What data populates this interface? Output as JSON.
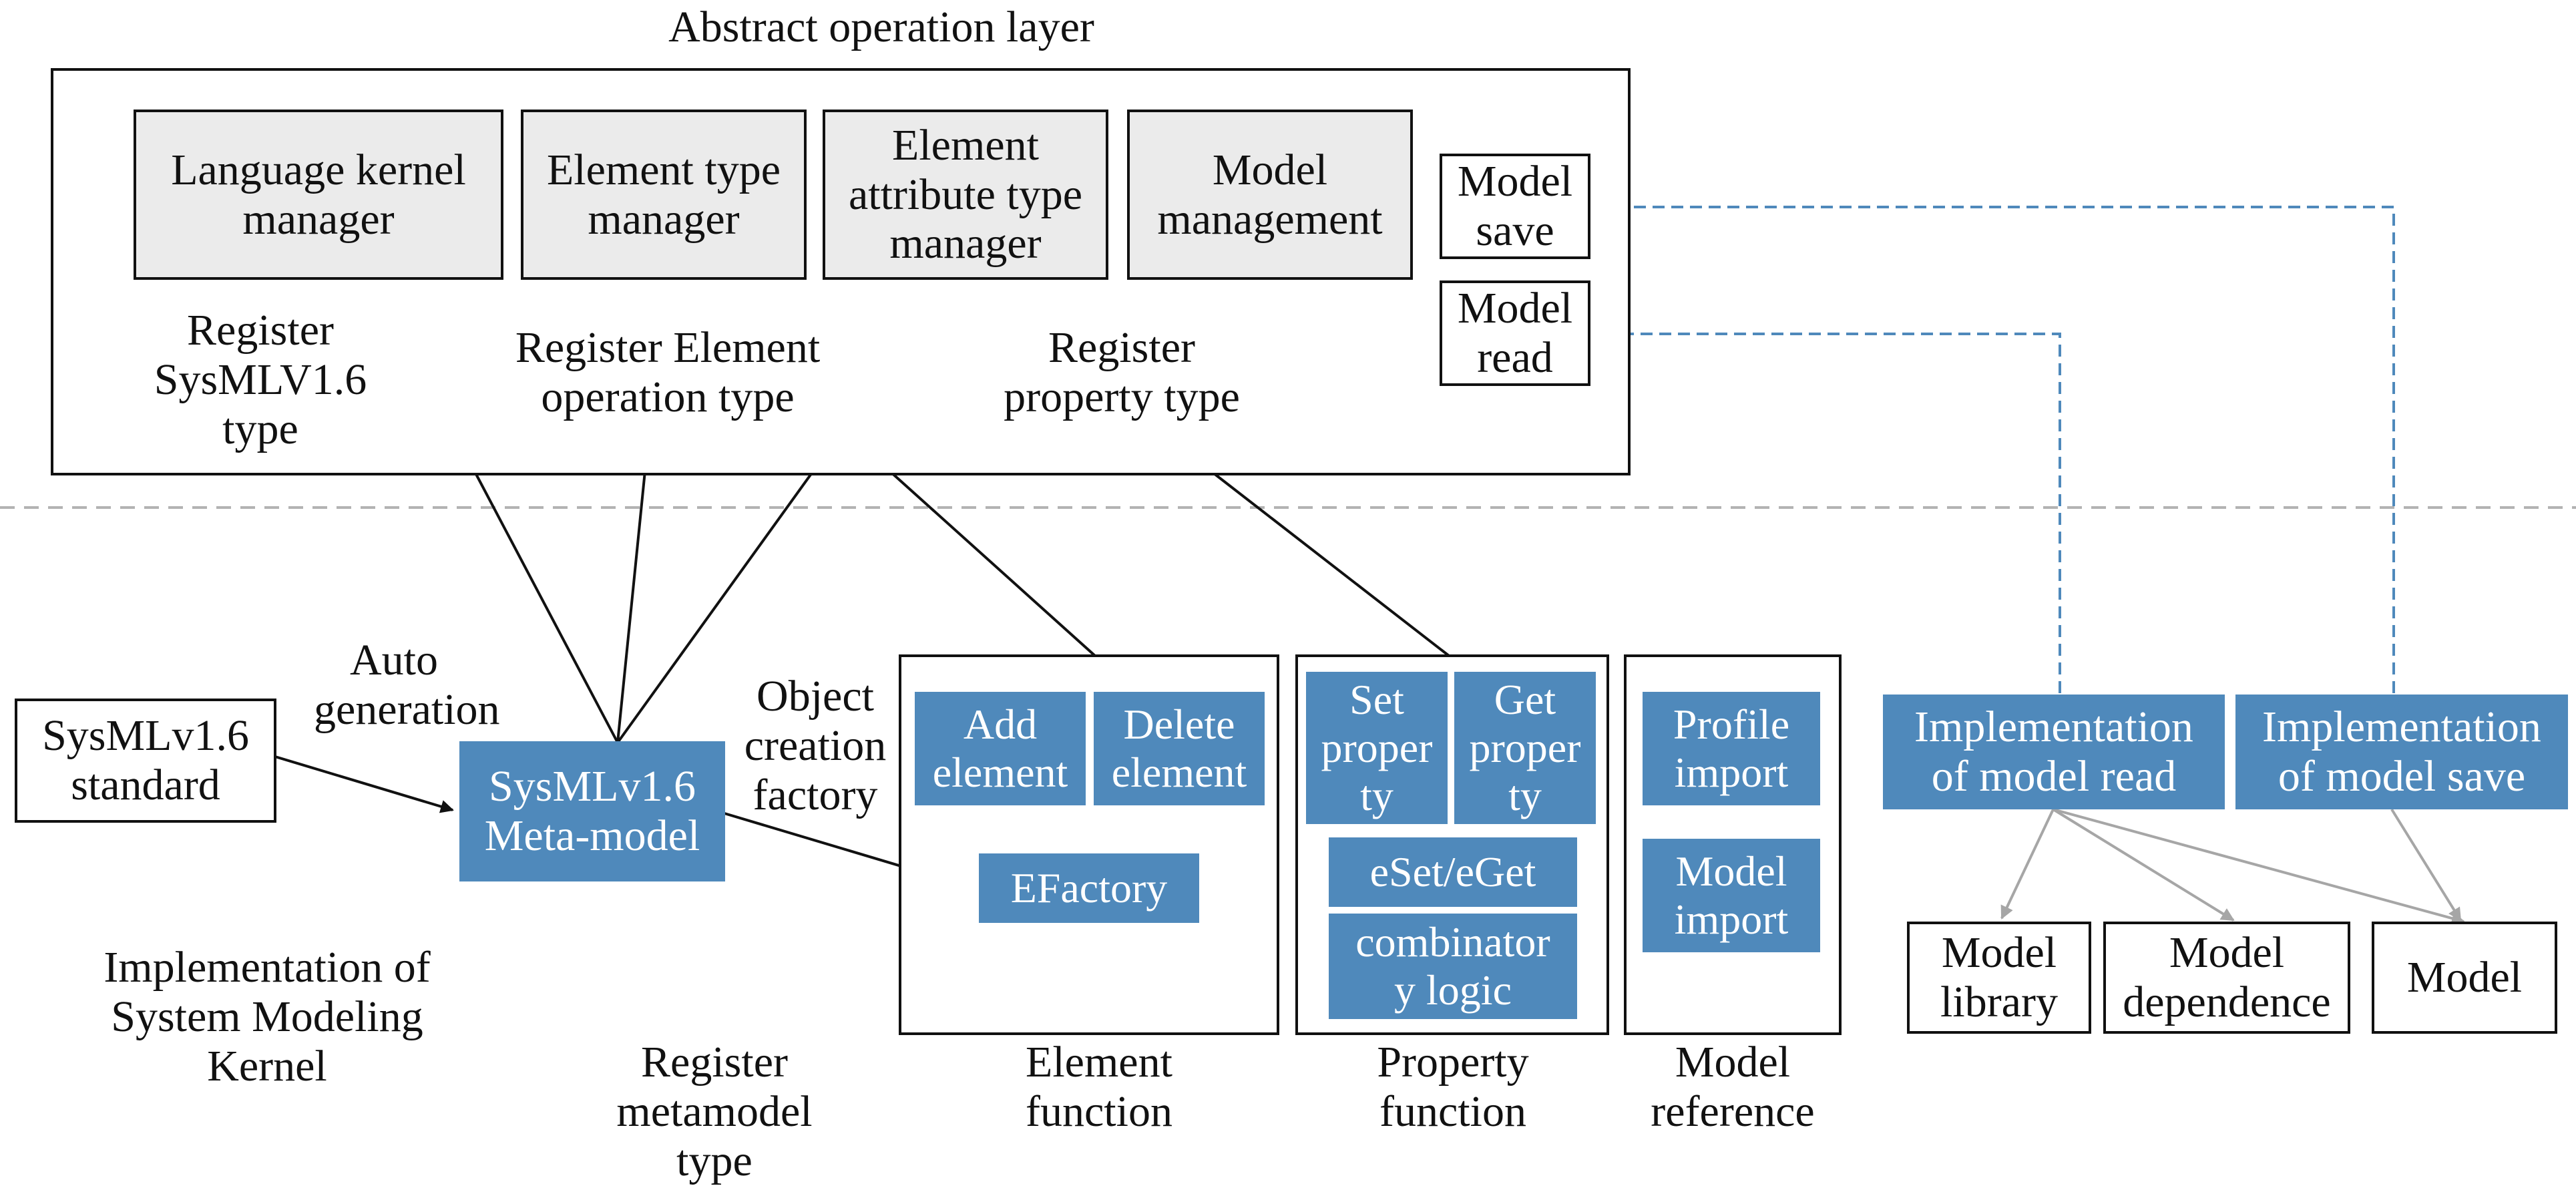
{
  "abstract_layer": {
    "title": "Abstract operation layer",
    "language_kernel_manager": "Language kernel manager",
    "element_type_manager": "Element type manager",
    "element_attribute_type_manager": "Element attribute type manager",
    "model_management": "Model management",
    "model_save": "Model save",
    "model_read": "Model read"
  },
  "labels": {
    "register_sysml_type": "Register SysMLV1.6 type",
    "register_element_operation_type": "Register Element operation type",
    "register_property_type": "Register property type",
    "auto_generation": "Auto generation",
    "object_creation_factory": "Object creation factory",
    "implementation_kernel": "Implementation of System Modeling Kernel",
    "register_metamodel_type": "Register metamodel type",
    "element_function": "Element function",
    "property_function": "Property function",
    "model_reference": "Model reference"
  },
  "kernel": {
    "sysml_standard": "SysMLv1.6 standard",
    "sysml_metamodel": "SysMLv1.6 Meta-model",
    "add_element": "Add element",
    "delete_element": "Delete element",
    "efactory": "EFactory",
    "set_property": "Set proper ty",
    "get_property": "Get proper ty",
    "eset_eget": "eSet/eGet",
    "combinatory_logic": "combinator y logic",
    "profile_import": "Profile import",
    "model_import": "Model import"
  },
  "implementation": {
    "model_read": "Implementation of model read",
    "model_save": "Implementation of model save",
    "model_library": "Model library",
    "model_dependence": "Model dependence",
    "model": "Model"
  },
  "colors": {
    "blue_fill": "#4f89bb",
    "gray_fill": "#ebebeb",
    "dashed_link": "#4f89bb",
    "gray_arrow": "#a6a6a6",
    "separator": "#b3b3b3"
  }
}
